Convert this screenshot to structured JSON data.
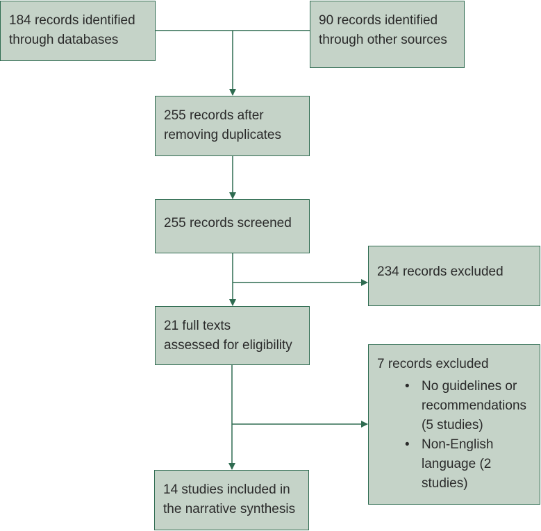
{
  "boxes": {
    "databases": {
      "lines": [
        "184 records identified",
        "through databases"
      ]
    },
    "other_sources": {
      "lines": [
        "90 records identified",
        "through other sources"
      ]
    },
    "after_duplicates": {
      "lines": [
        "255 records after",
        "removing duplicates"
      ]
    },
    "screened": {
      "lines": [
        "255 records screened"
      ]
    },
    "excluded_screening": {
      "lines": [
        "234 records excluded"
      ]
    },
    "full_texts": {
      "lines": [
        "21 full texts",
        "assessed for eligibility"
      ]
    },
    "excluded_fulltext": {
      "title": "7 records excluded",
      "bullet_symbol": "•",
      "items": [
        {
          "lines": [
            "No guidelines or",
            "recommendations",
            "(5 studies)"
          ]
        },
        {
          "lines": [
            "Non-English",
            "language (2",
            "studies)"
          ]
        }
      ]
    },
    "included": {
      "lines": [
        "14 studies included in",
        "the narrative synthesis"
      ]
    }
  },
  "colors": {
    "box_fill": "#c5d3c8",
    "border": "#2e6b50",
    "arrow": "#2e6b50",
    "text": "#2a2a2a"
  }
}
